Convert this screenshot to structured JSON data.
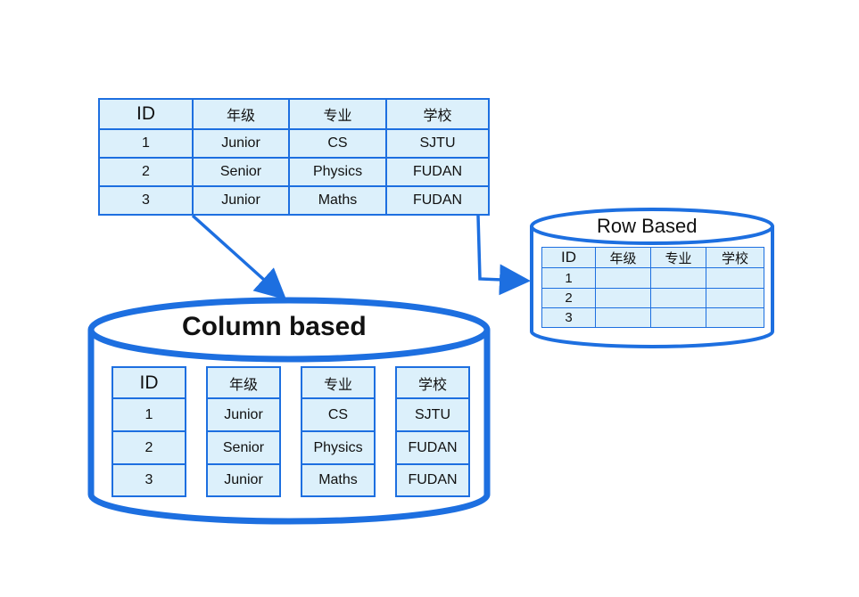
{
  "source_table": {
    "headers": [
      "ID",
      "年级",
      "专业",
      "学校"
    ],
    "rows": [
      [
        "1",
        "Junior",
        "CS",
        "SJTU"
      ],
      [
        "2",
        "Senior",
        "Physics",
        "FUDAN"
      ],
      [
        "3",
        "Junior",
        "Maths",
        "FUDAN"
      ]
    ]
  },
  "column_store": {
    "title": "Column based",
    "columns": [
      {
        "header": "ID",
        "values": [
          "1",
          "2",
          "3"
        ]
      },
      {
        "header": "年级",
        "values": [
          "Junior",
          "Senior",
          "Junior"
        ]
      },
      {
        "header": "专业",
        "values": [
          "CS",
          "Physics",
          "Maths"
        ]
      },
      {
        "header": "学校",
        "values": [
          "SJTU",
          "FUDAN",
          "FUDAN"
        ]
      }
    ]
  },
  "row_store": {
    "title": "Row Based",
    "headers": [
      "ID",
      "年级",
      "专业",
      "学校"
    ],
    "ids": [
      "1",
      "2",
      "3"
    ]
  },
  "colors": {
    "stroke": "#1d6fe0",
    "cell_fill": "#dcf0fb",
    "background": "#ffffff"
  }
}
